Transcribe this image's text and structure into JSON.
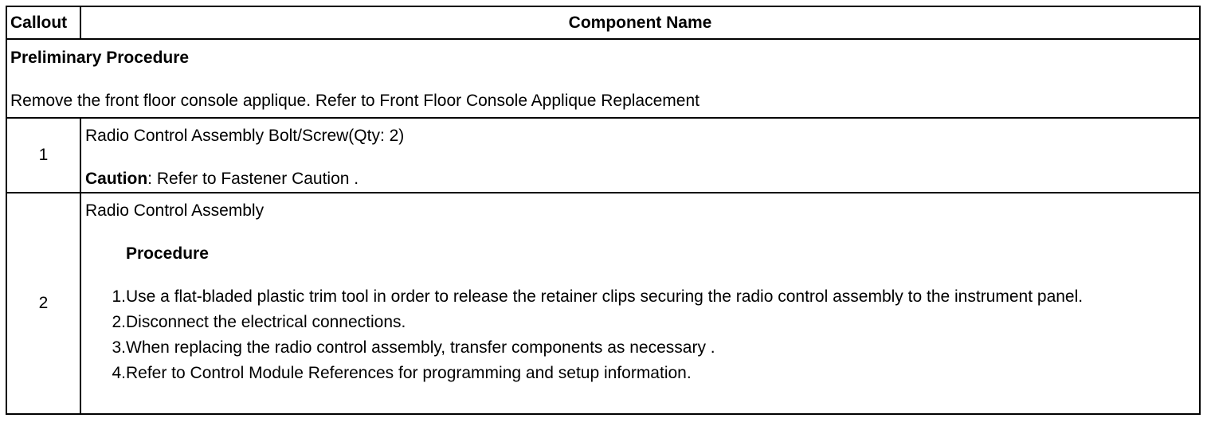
{
  "header": {
    "callout": "Callout",
    "component_name": "Component Name"
  },
  "preliminary": {
    "title": "Preliminary Procedure",
    "text": "Remove the front floor console applique. Refer to Front Floor Console Applique Replacement"
  },
  "rows": [
    {
      "callout": "1",
      "name": "Radio Control Assembly Bolt/Screw(Qty: 2)",
      "caution_label": "Caution",
      "caution_text": ": Refer to Fastener Caution ."
    },
    {
      "callout": "2",
      "name": "Radio Control Assembly",
      "procedure_heading": "Procedure",
      "steps": [
        {
          "num": "1.",
          "text": "Use a flat-bladed plastic trim tool in order to release the retainer clips securing the radio control assembly to the instrument panel."
        },
        {
          "num": "2.",
          "text": "Disconnect the electrical connections."
        },
        {
          "num": "3.",
          "text": "When replacing the radio control assembly, transfer components as necessary ."
        },
        {
          "num": "4.",
          "text": "Refer to Control Module References for programming and setup information."
        }
      ]
    }
  ]
}
